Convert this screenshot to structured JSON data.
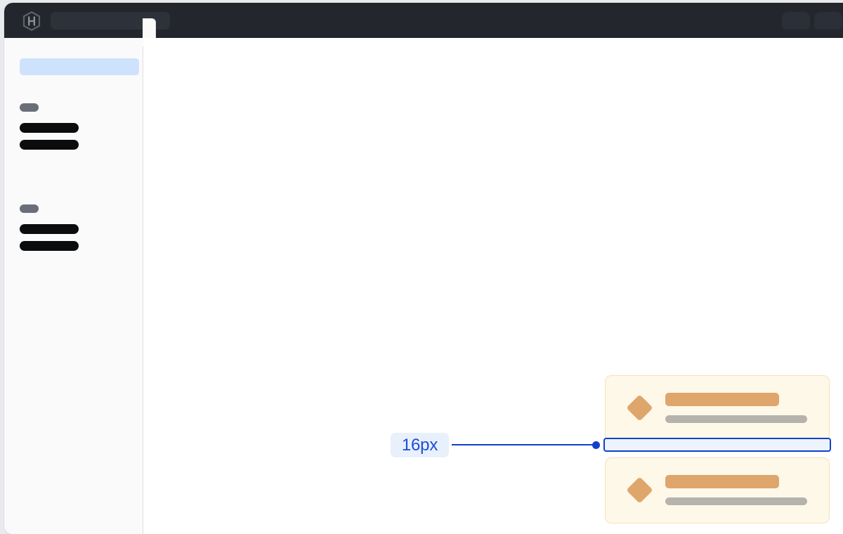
{
  "window": {
    "title_bar_color": "#23262D",
    "app_background": "#FFFFFF",
    "page_background": "#E9EAEE"
  },
  "header": {
    "logo_icon": "hexagon-h-logo-icon",
    "search": {
      "value": "",
      "placeholder": ""
    },
    "right_placeholders": [
      {
        "name": "header-placeholder-1"
      },
      {
        "name": "header-placeholder-2"
      }
    ]
  },
  "sidebar": {
    "collapse_tab_icon": "sidebar-collapse-tab-icon",
    "active_item": {
      "label": "",
      "highlight_color": "#CEE2FB"
    },
    "groups": [
      {
        "label": "",
        "items": [
          {
            "label": ""
          },
          {
            "label": ""
          }
        ]
      },
      {
        "label": "",
        "items": [
          {
            "label": ""
          },
          {
            "label": ""
          }
        ]
      }
    ]
  },
  "main": {
    "cards": [
      {
        "icon": "diamond-icon",
        "title_placeholder": "",
        "subtitle_placeholder": "",
        "background": "#FEF8E9",
        "border": "#F6E2B8",
        "accent": "#DFA66C"
      },
      {
        "icon": "diamond-icon",
        "title_placeholder": "",
        "subtitle_placeholder": "",
        "background": "#FEF8E9",
        "border": "#F6E2B8",
        "accent": "#DFA66C"
      }
    ],
    "spacing_annotation": {
      "value": "16px",
      "accent_color": "#1340CC",
      "badge_background": "#E8F0FC",
      "bar_fill": "#EDF3FD"
    }
  }
}
